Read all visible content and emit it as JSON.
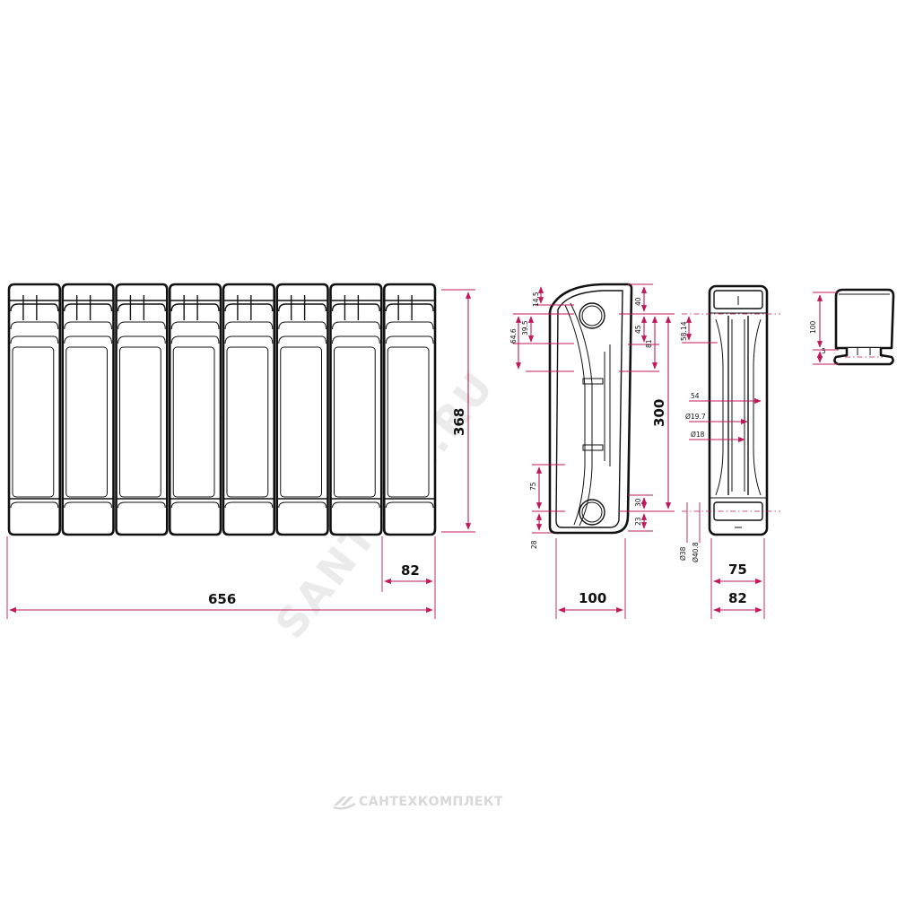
{
  "watermark": {
    "text": "SANTECH.RU"
  },
  "brand": {
    "text": "САНТЕХКОМПЛЕКТ",
    "color": "#d8d8d8"
  },
  "colors": {
    "dimension": "#c2185b",
    "outline": "#111111"
  },
  "front_view": {
    "sections": 8,
    "dim_width_total": "656",
    "dim_section_width": "82",
    "dim_height": "368"
  },
  "side_view": {
    "dim_depth": "100",
    "dim_axis_distance": "300",
    "dim_top_40": "40",
    "dim_45": "45",
    "dim_81": "81",
    "dim_30": "30",
    "dim_23": "23",
    "dim_14_5": "14.5",
    "dim_39_5": "39.5",
    "dim_64_6": "64.6",
    "dim_75": "75",
    "dim_28": "28"
  },
  "section_view": {
    "dim_58_14": "58.14",
    "dim_54": "54",
    "dim_d19_7": "Ø19.7",
    "dim_d18": "Ø18",
    "dim_d38": "Ø38",
    "dim_d40_8": "Ø40.8",
    "dim_75": "75",
    "dim_82": "82"
  },
  "top_view": {
    "dim_100": "100",
    "dim_5": "5"
  }
}
